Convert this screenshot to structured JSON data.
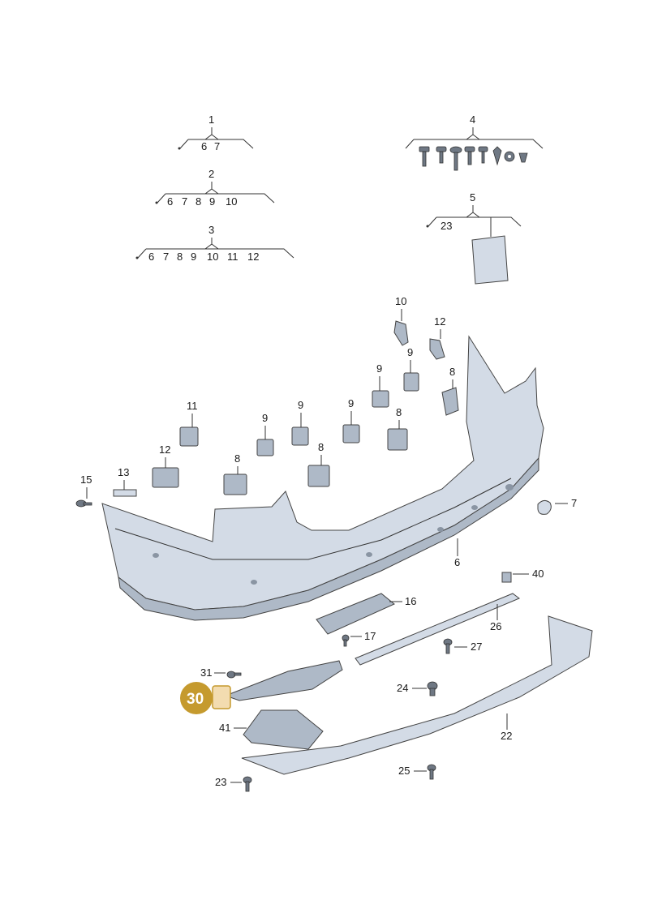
{
  "highlight": {
    "label": "30",
    "color": "#c59a2e"
  },
  "groups": [
    {
      "id": "1",
      "members": [
        "6",
        "7"
      ]
    },
    {
      "id": "2",
      "members": [
        "6",
        "7",
        "8",
        "9",
        "10"
      ]
    },
    {
      "id": "3",
      "members": [
        "6",
        "7",
        "8",
        "9",
        "10",
        "11",
        "12"
      ]
    },
    {
      "id": "4",
      "members": []
    },
    {
      "id": "5",
      "members": [
        "23"
      ]
    }
  ],
  "callouts": [
    "10",
    "12",
    "9",
    "8",
    "11",
    "9",
    "9",
    "9",
    "9",
    "8",
    "12",
    "8",
    "8",
    "13",
    "15",
    "7",
    "6",
    "40",
    "16",
    "26",
    "17",
    "27",
    "31",
    "24",
    "41",
    "22",
    "23",
    "25"
  ]
}
